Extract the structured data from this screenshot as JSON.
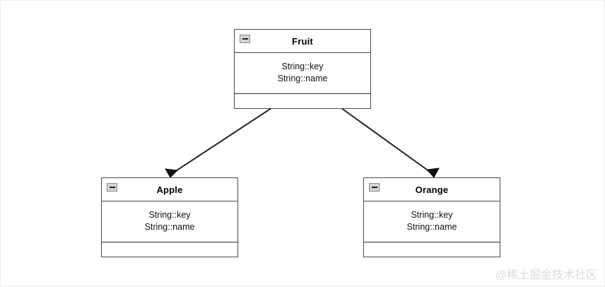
{
  "diagram": {
    "type": "uml-class-diagram",
    "background_color": "#ffffff",
    "line_color": "#222222",
    "box_border_color": "#4a4a4a",
    "classes": [
      {
        "id": "fruit",
        "name": "Fruit",
        "collapse_icon": "collapse-minus-icon",
        "attributes": [
          "String::key",
          "String::name"
        ],
        "operations": []
      },
      {
        "id": "apple",
        "name": "Apple",
        "collapse_icon": "collapse-minus-icon",
        "attributes": [
          "String::key",
          "String::name"
        ],
        "operations": []
      },
      {
        "id": "orange",
        "name": "Orange",
        "collapse_icon": "collapse-minus-icon",
        "attributes": [
          "String::key",
          "String::name"
        ],
        "operations": []
      }
    ],
    "relationships": [
      {
        "id": "fruit-apple",
        "from": "fruit",
        "to": "apple",
        "kind": "inheritance",
        "arrow": "solid-filled-triangle"
      },
      {
        "id": "fruit-orange",
        "from": "fruit",
        "to": "orange",
        "kind": "inheritance",
        "arrow": "solid-filled-triangle"
      }
    ]
  },
  "watermark": {
    "text": "@稀土掘金技术社区"
  }
}
